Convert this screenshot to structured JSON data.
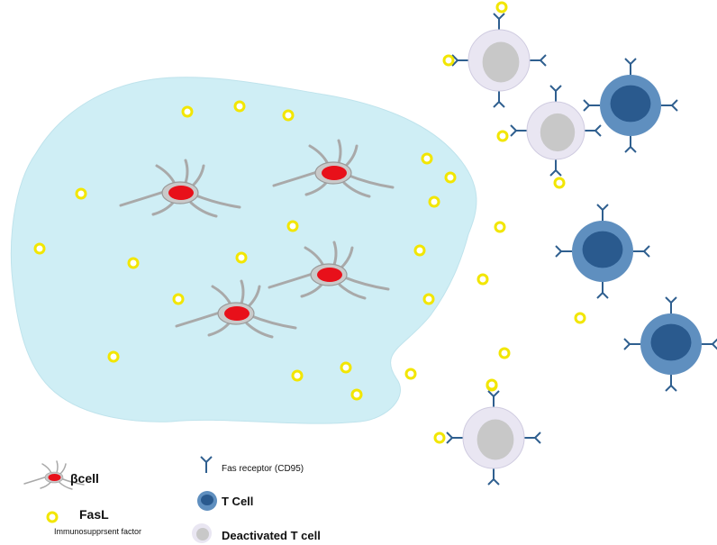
{
  "legend": {
    "beta_cell": "βcell",
    "fasl": "FasL",
    "immunosuppressant": "Immunosupprsent factor",
    "fas_receptor": "Fas receptor (CD95)",
    "t_cell": "T Cell",
    "deactivated_t_cell": "Deactivated T cell"
  },
  "colors": {
    "islet_fill": "#cfeef5",
    "beta_cell_body": "#c9c9c9",
    "beta_cell_nucleus": "#e8101a",
    "fasl_ring": "#f2e600",
    "t_cell_outer": "#5f8fbf",
    "t_cell_inner": "#2a5a8e",
    "deactivated_outer": "#e9e6f2",
    "deactivated_inner": "#c8c8c8",
    "receptor": "#2f5f8f"
  }
}
